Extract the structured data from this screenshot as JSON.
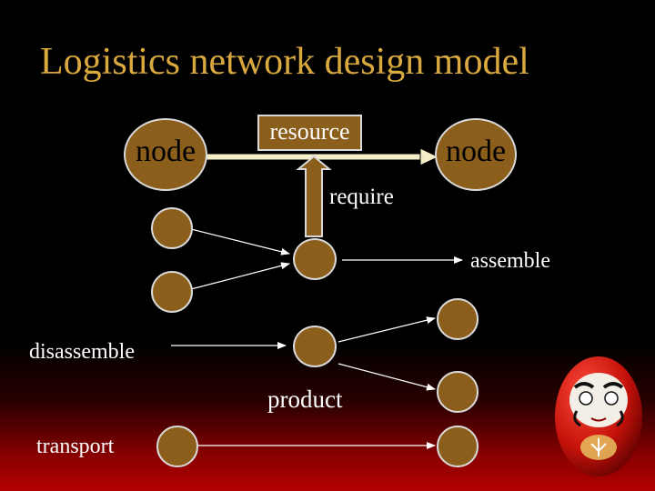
{
  "slide": {
    "title": "Logistics network design model"
  },
  "top_row": {
    "left_node": "node",
    "right_node": "node",
    "resource": "resource",
    "require": "require"
  },
  "labels": {
    "assemble": "assemble",
    "disassemble": "disassemble",
    "product": "product",
    "transport": "transport"
  },
  "colors": {
    "title": "#d9a93e",
    "node_fill": "#8b5e1c",
    "node_border": "#d9d9d9",
    "arrow_big": "#f5ecc8",
    "arrow_thin": "#ffffff",
    "background_bottom": "#b30000"
  },
  "decoration": {
    "image": "daruma-doll-icon"
  }
}
